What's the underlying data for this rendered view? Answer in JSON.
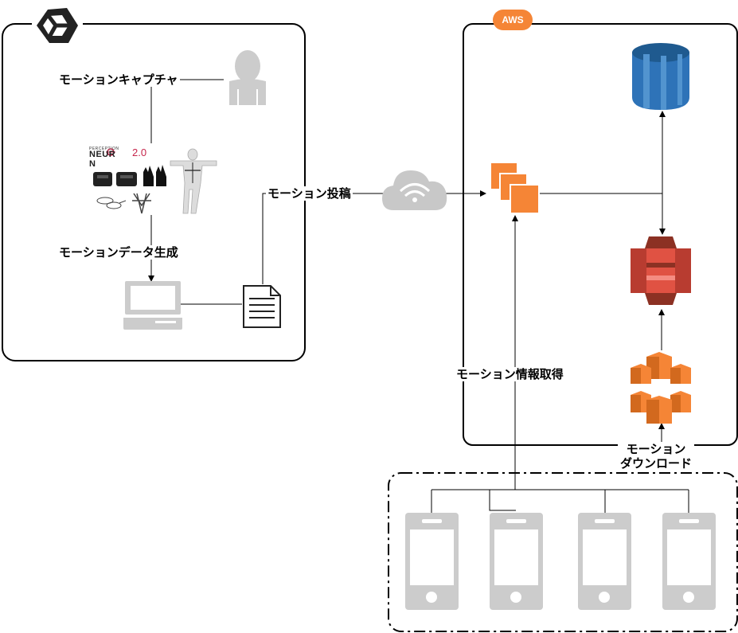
{
  "aws_badge": "AWS",
  "labels": {
    "motion_capture": "モーションキャプチャ",
    "motion_data_generate": "モーションデータ生成",
    "motion_post": "モーション投稿",
    "motion_info_get": "モーション情報取得",
    "motion_download_line1": "モーション",
    "motion_download_line2": "ダウンロード"
  },
  "neuron": {
    "prefix": "PERCEPTION",
    "name": "NEUR  N",
    "version": "2.0"
  },
  "colors": {
    "aws_orange": "#f58536",
    "rds_blue": "#2e73b8",
    "s3_red": "#e05243",
    "icon_gray": "#cccccc",
    "neuron_red": "#c6254b"
  }
}
